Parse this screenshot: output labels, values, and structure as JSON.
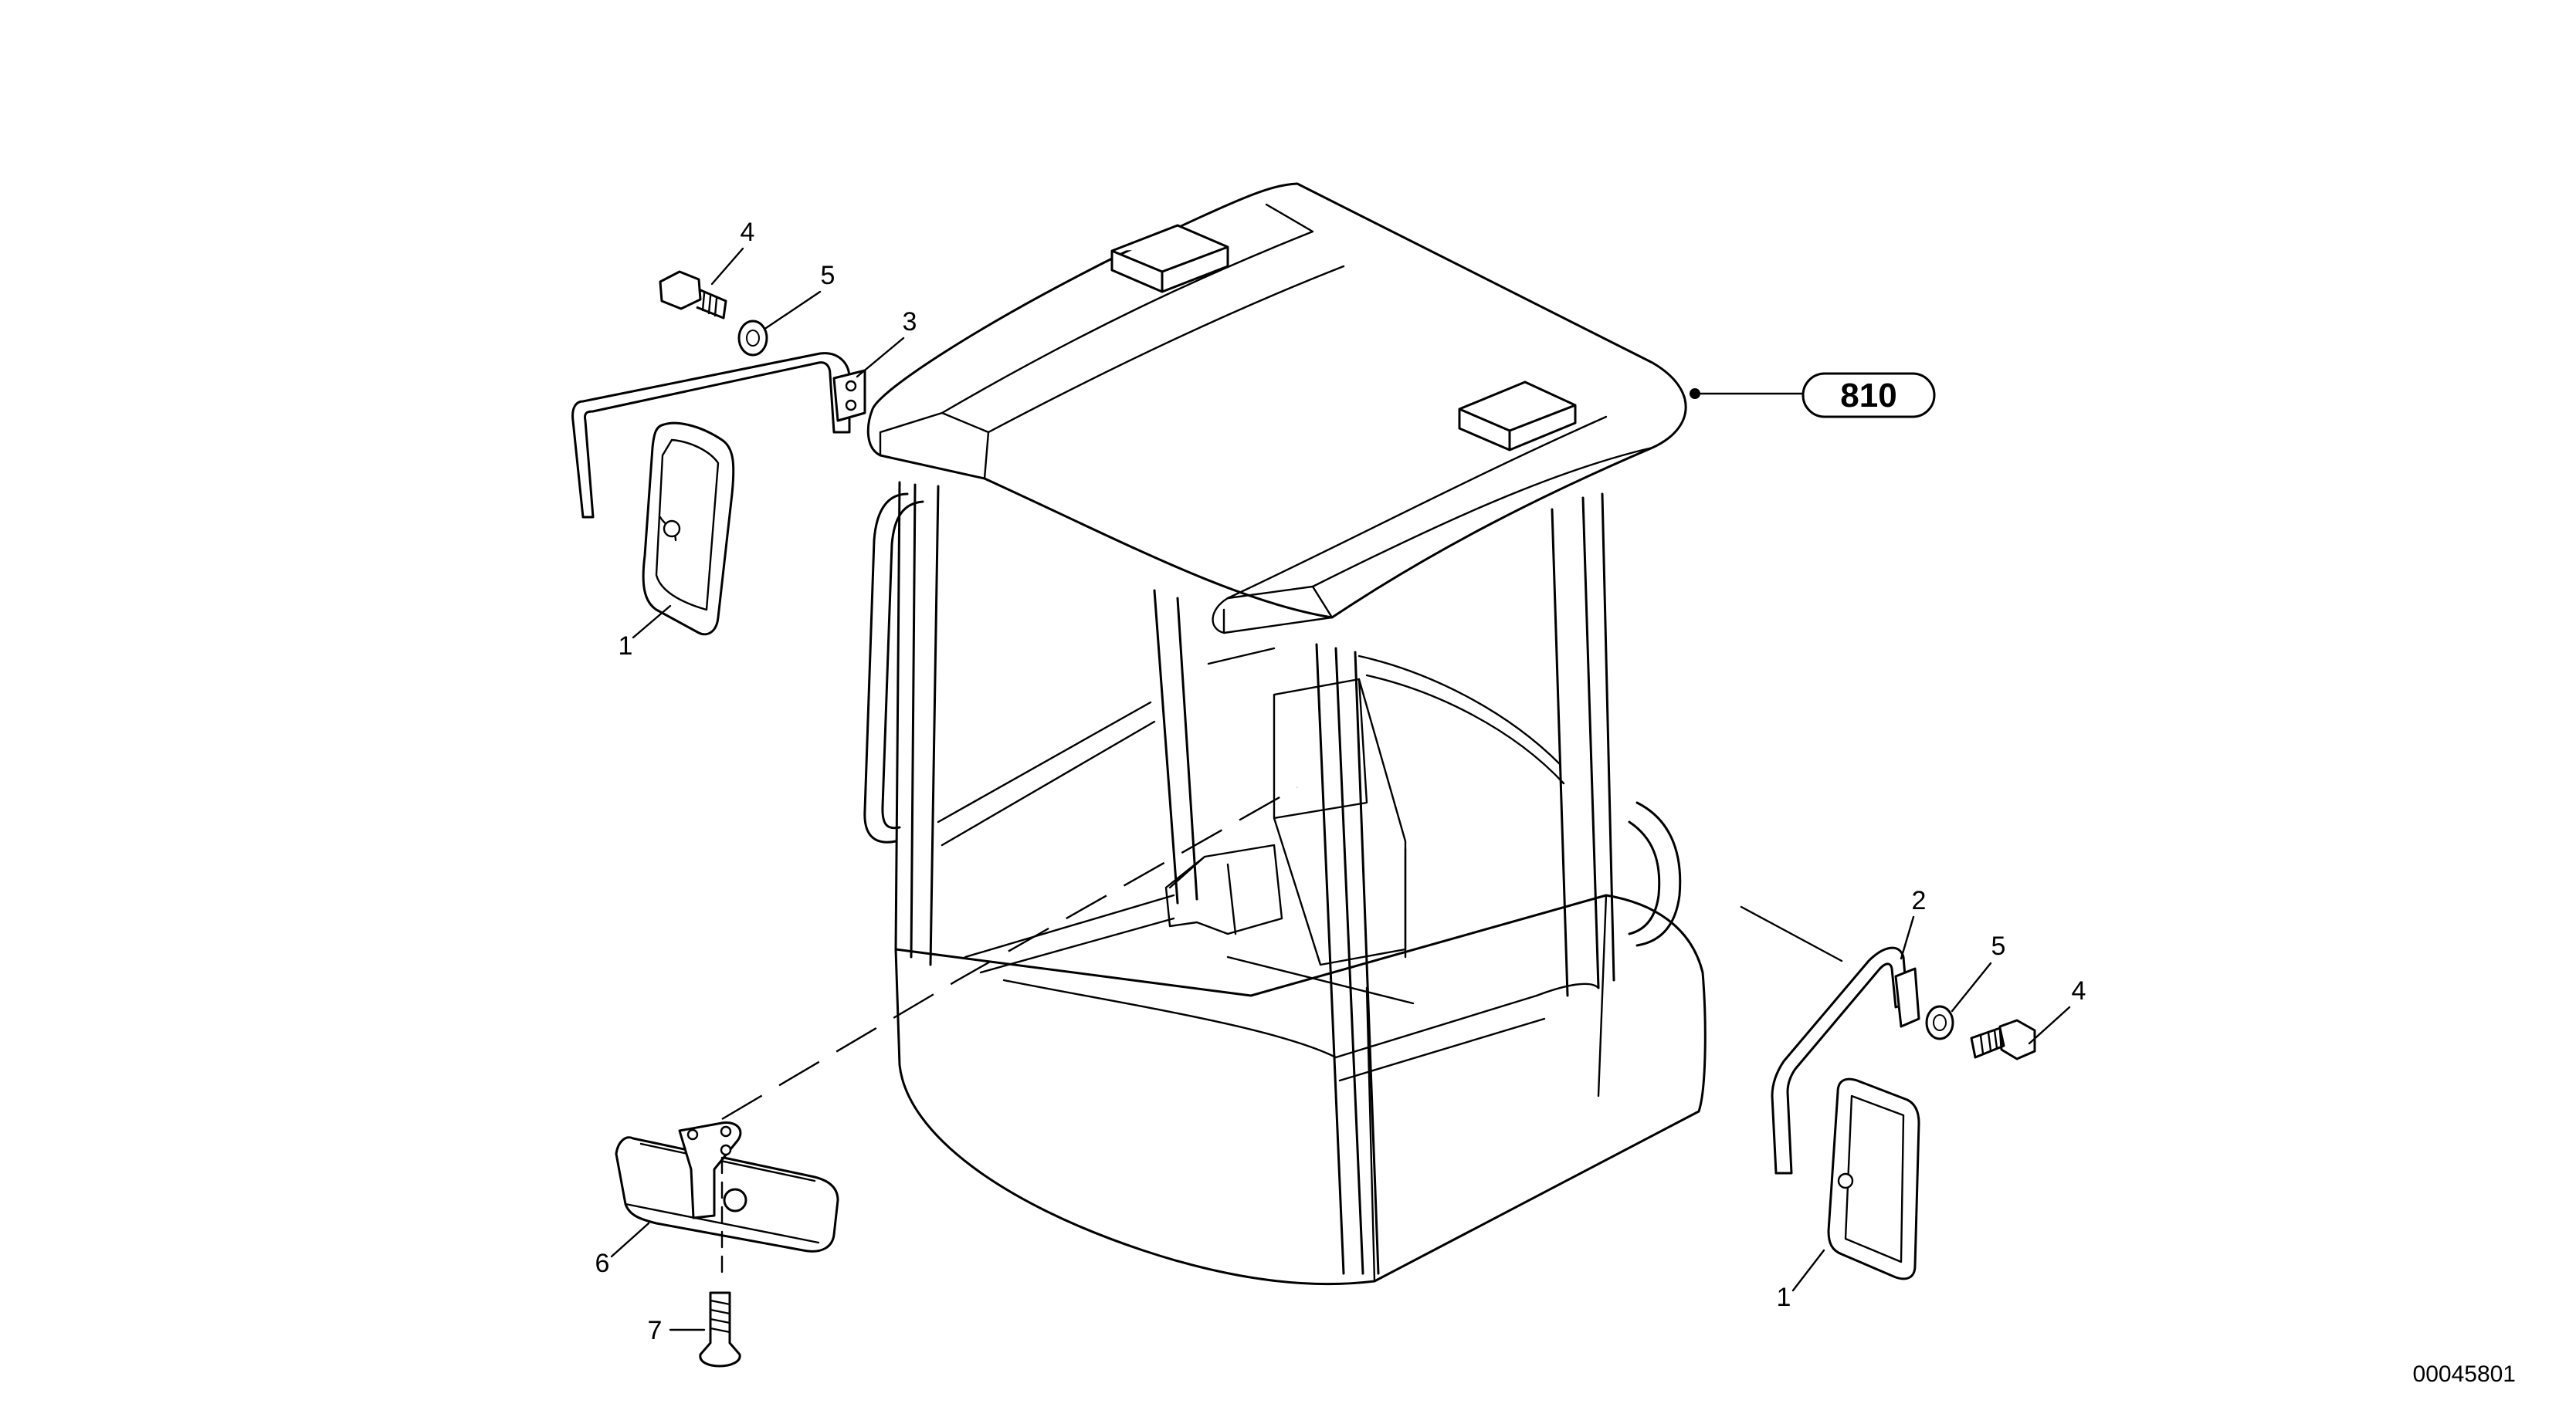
{
  "labels": {
    "mirror_left": "1",
    "mirror_right": "1",
    "arm_right": "2",
    "arm_left": "3",
    "bolt_left": "4",
    "bolt_right": "4",
    "washer_left": "5",
    "washer_right": "5",
    "rear_mirror": "6",
    "screw": "7"
  },
  "reference": "810",
  "drawing_code": "00045801"
}
